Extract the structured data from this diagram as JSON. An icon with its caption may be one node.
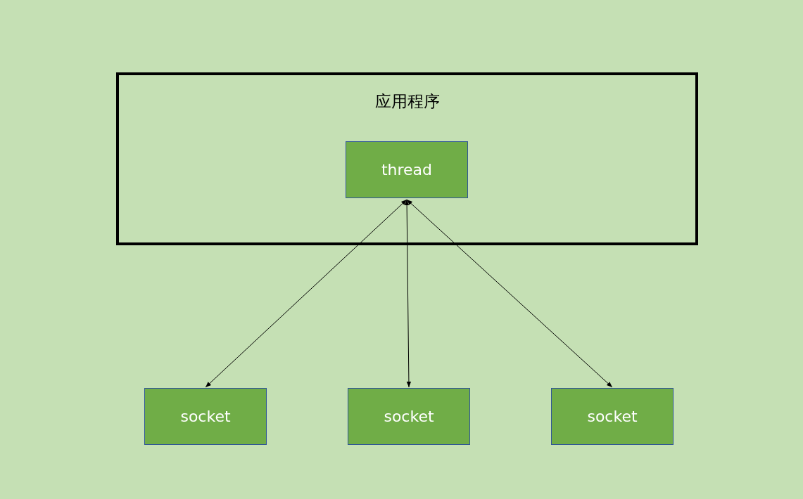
{
  "diagram": {
    "nodes": [
      {
        "text": [
          "应用程序"
        ]
      },
      {
        "text": [
          "thread"
        ],
        "in": 0
      },
      {
        "text": [
          "socket"
        ]
      },
      {
        "text": [
          "socket"
        ]
      },
      {
        "text": [
          "socket"
        ]
      }
    ],
    "edges": [
      {
        "from": 1,
        "to": 2,
        "arrow": "both"
      },
      {
        "from": 1,
        "to": 3,
        "arrow": "both"
      },
      {
        "from": 1,
        "to": 4,
        "arrow": "both"
      }
    ]
  }
}
